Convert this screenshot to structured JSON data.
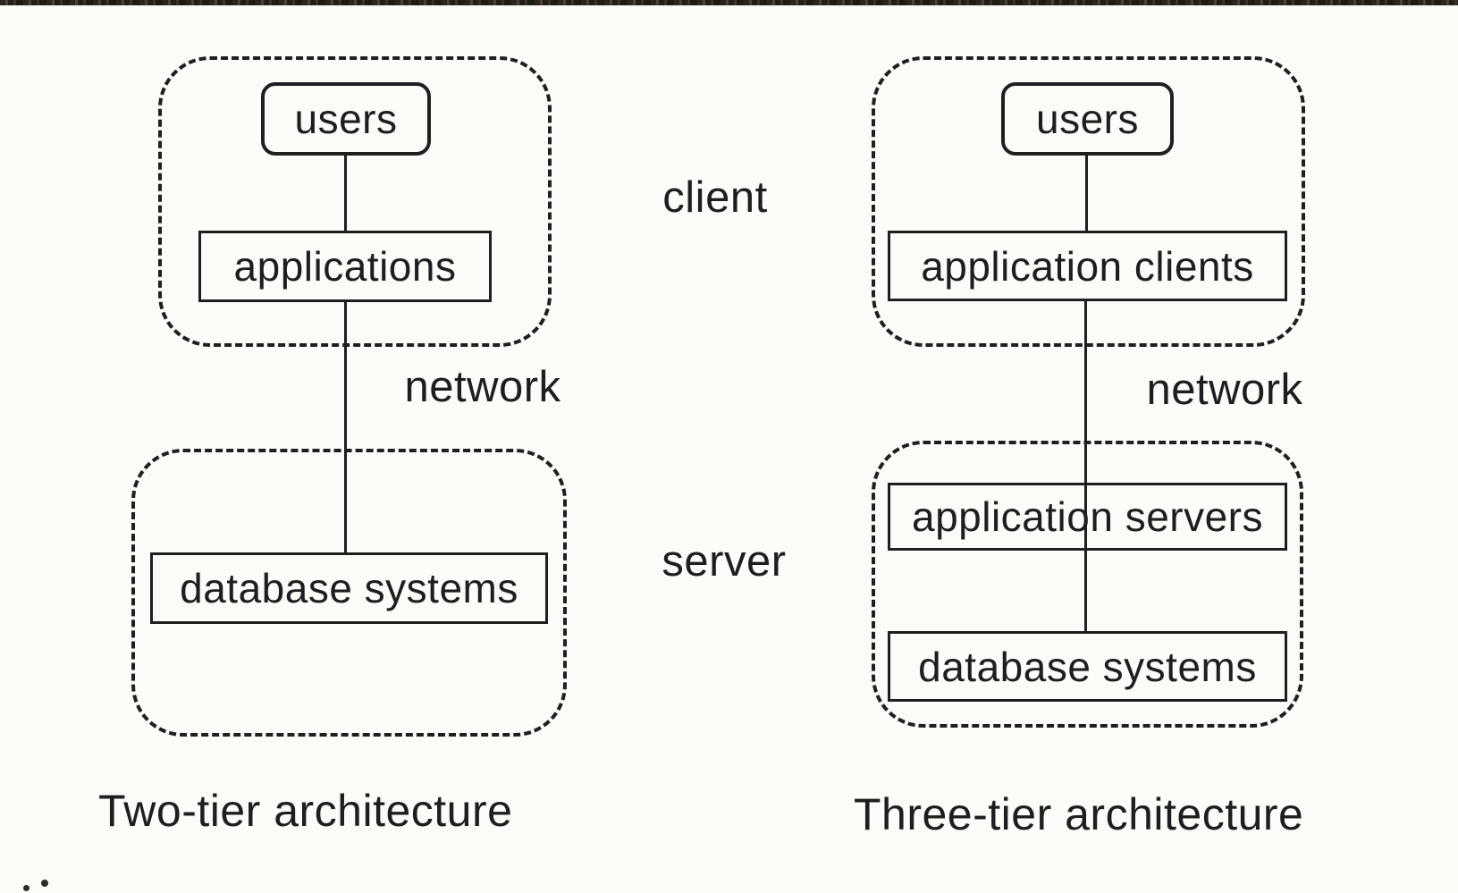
{
  "colors": {
    "paper": "#fcfbf7",
    "ink": "#1f1f1f"
  },
  "labels": {
    "client": "client",
    "server": "server",
    "network_left": "network",
    "network_right": "network"
  },
  "two_tier": {
    "caption": "Two-tier architecture",
    "users": "users",
    "applications": "applications",
    "database_systems": "database systems"
  },
  "three_tier": {
    "caption": "Three-tier architecture",
    "users": "users",
    "application_clients": "application clients",
    "application_servers": "application servers",
    "database_systems": "database systems"
  }
}
